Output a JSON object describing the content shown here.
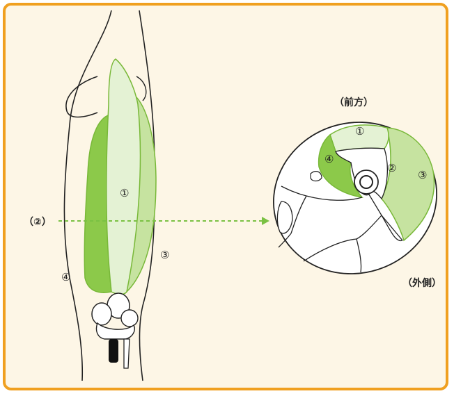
{
  "labels": {
    "front": "（前方）",
    "lateral": "（外側）",
    "section_ref": "（②）",
    "leg_1": "①",
    "leg_3": "③",
    "leg_4": "④",
    "xs_1": "①",
    "xs_2": "②",
    "xs_3": "③",
    "xs_4": "④"
  },
  "colors": {
    "border": "#f0a020",
    "background": "#fdf6e6",
    "muscle_light": "#e4f2d4",
    "muscle_mid": "#c6e3a0",
    "muscle_dark": "#8cc94a",
    "outline_green": "#78b838",
    "arrow": "#7ac143"
  }
}
